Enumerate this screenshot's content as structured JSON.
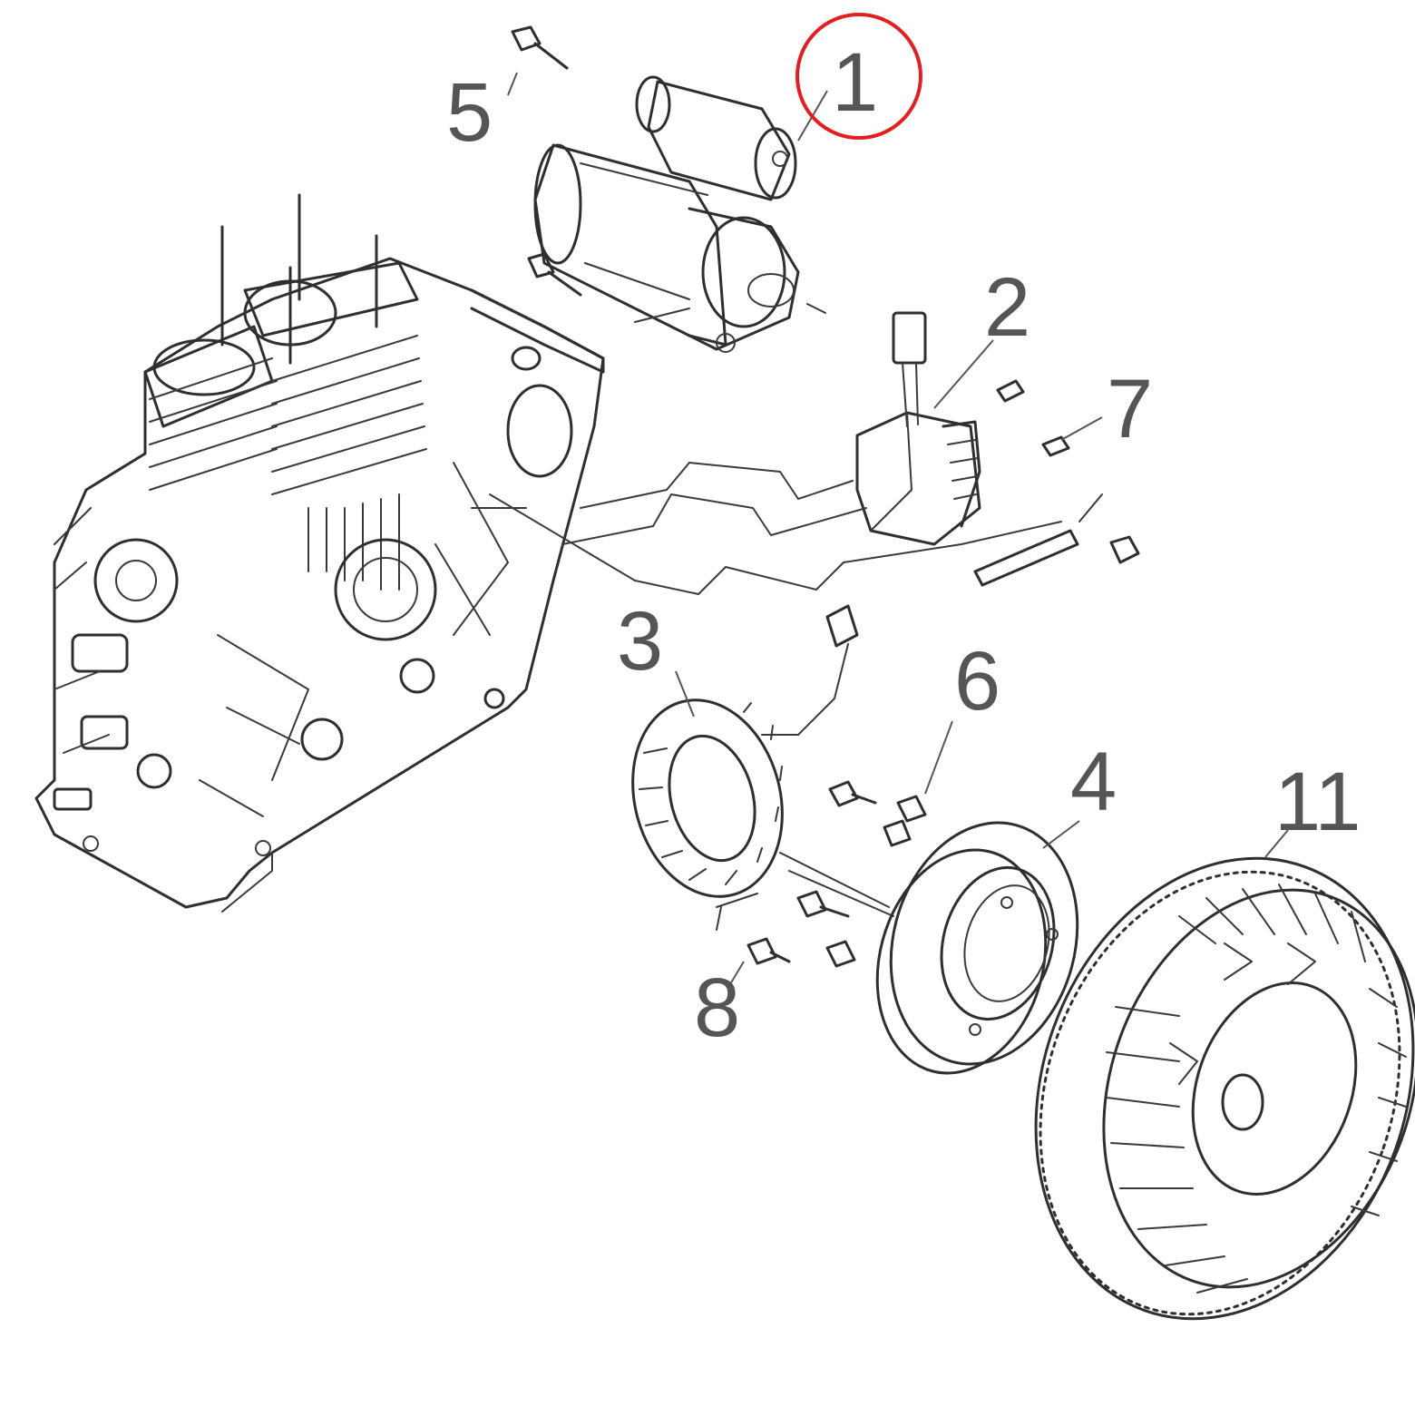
{
  "callouts": [
    {
      "id": "starter-motor",
      "label": "1"
    },
    {
      "id": "ignition-module",
      "label": "2"
    },
    {
      "id": "stator-coil",
      "label": "3"
    },
    {
      "id": "rotor",
      "label": "4"
    },
    {
      "id": "starter-bolt",
      "label": "5"
    },
    {
      "id": "stator-bolt",
      "label": "6"
    },
    {
      "id": "module-screw",
      "label": "7"
    },
    {
      "id": "rotor-screw",
      "label": "8"
    },
    {
      "id": "flywheel",
      "label": "11"
    }
  ],
  "highlight": {
    "target": "1",
    "color": "#e02020"
  },
  "colors": {
    "line": "#2f2f2f",
    "label": "#555555",
    "background": "#ffffff"
  }
}
